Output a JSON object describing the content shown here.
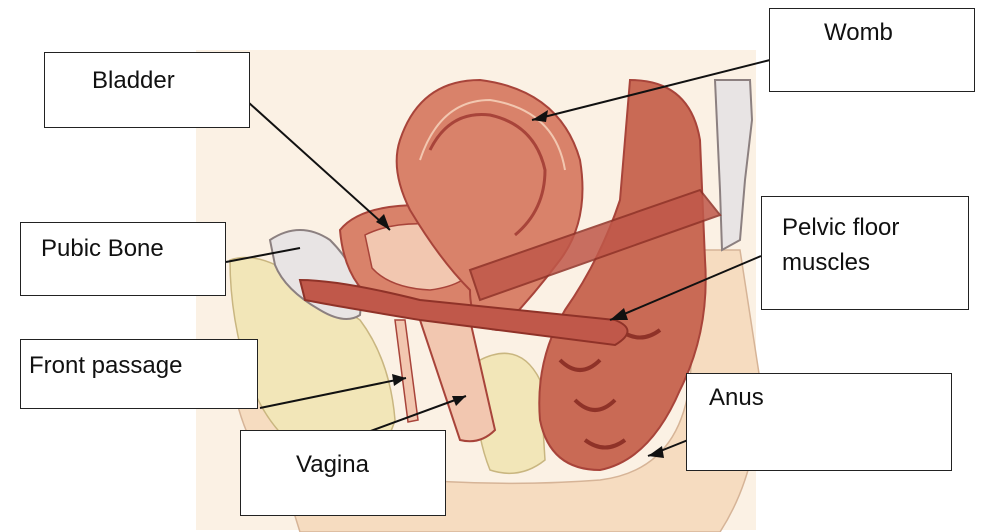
{
  "diagram": {
    "labels": {
      "womb": "Womb",
      "bladder": "Bladder",
      "pubic_bone": "Pubic Bone",
      "pelvic_floor": "Pelvic floor muscles",
      "front_passage": "Front passage",
      "anus": "Anus",
      "vagina": "Vagina"
    },
    "colors": {
      "muscle": "#d9826a",
      "muscle_dark": "#a8443a",
      "tissue_light": "#f2c7b0",
      "fat": "#f2e6b8",
      "skin": "#f6dcc0",
      "bone": "#e8e4e4"
    }
  }
}
